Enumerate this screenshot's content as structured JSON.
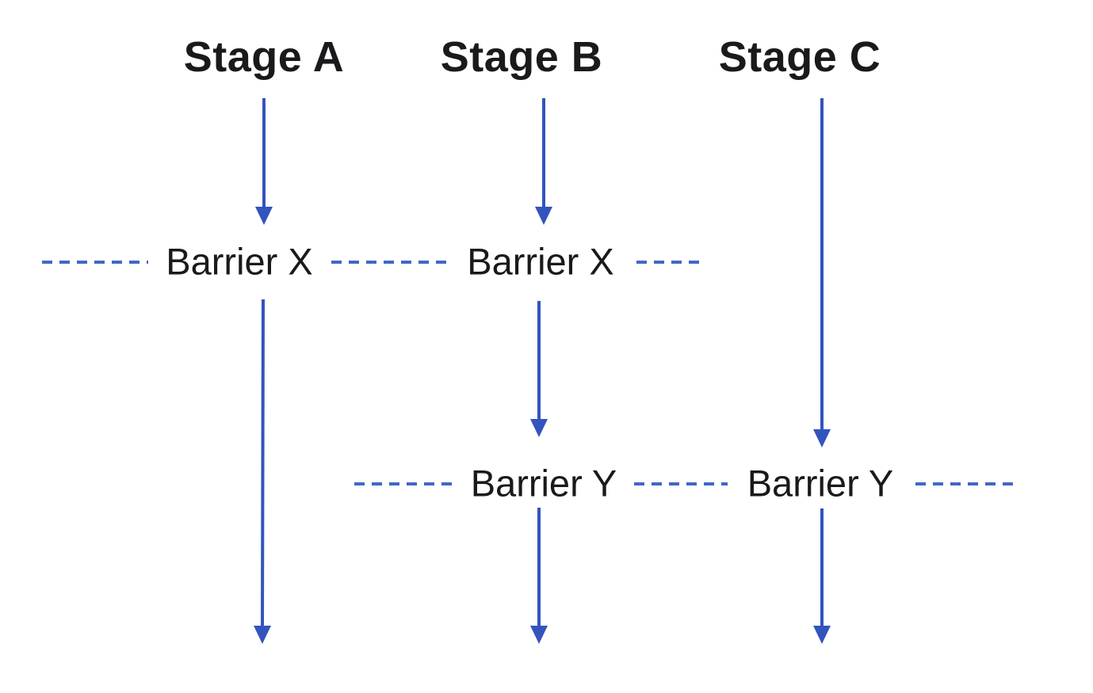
{
  "diagram": {
    "stages": [
      {
        "label": "Stage A"
      },
      {
        "label": "Stage B"
      },
      {
        "label": "Stage C"
      }
    ],
    "barriers": [
      {
        "id": "barrier-x",
        "label": "Barrier X",
        "crosses": [
          "Stage A",
          "Stage B"
        ]
      },
      {
        "id": "barrier-y",
        "label": "Barrier Y",
        "crosses": [
          "Stage B",
          "Stage C"
        ]
      }
    ],
    "colors": {
      "arrow": "#3354BD",
      "dash": "#4267C5",
      "text": "#1A1A1C",
      "background": "#FFFFFF"
    }
  }
}
